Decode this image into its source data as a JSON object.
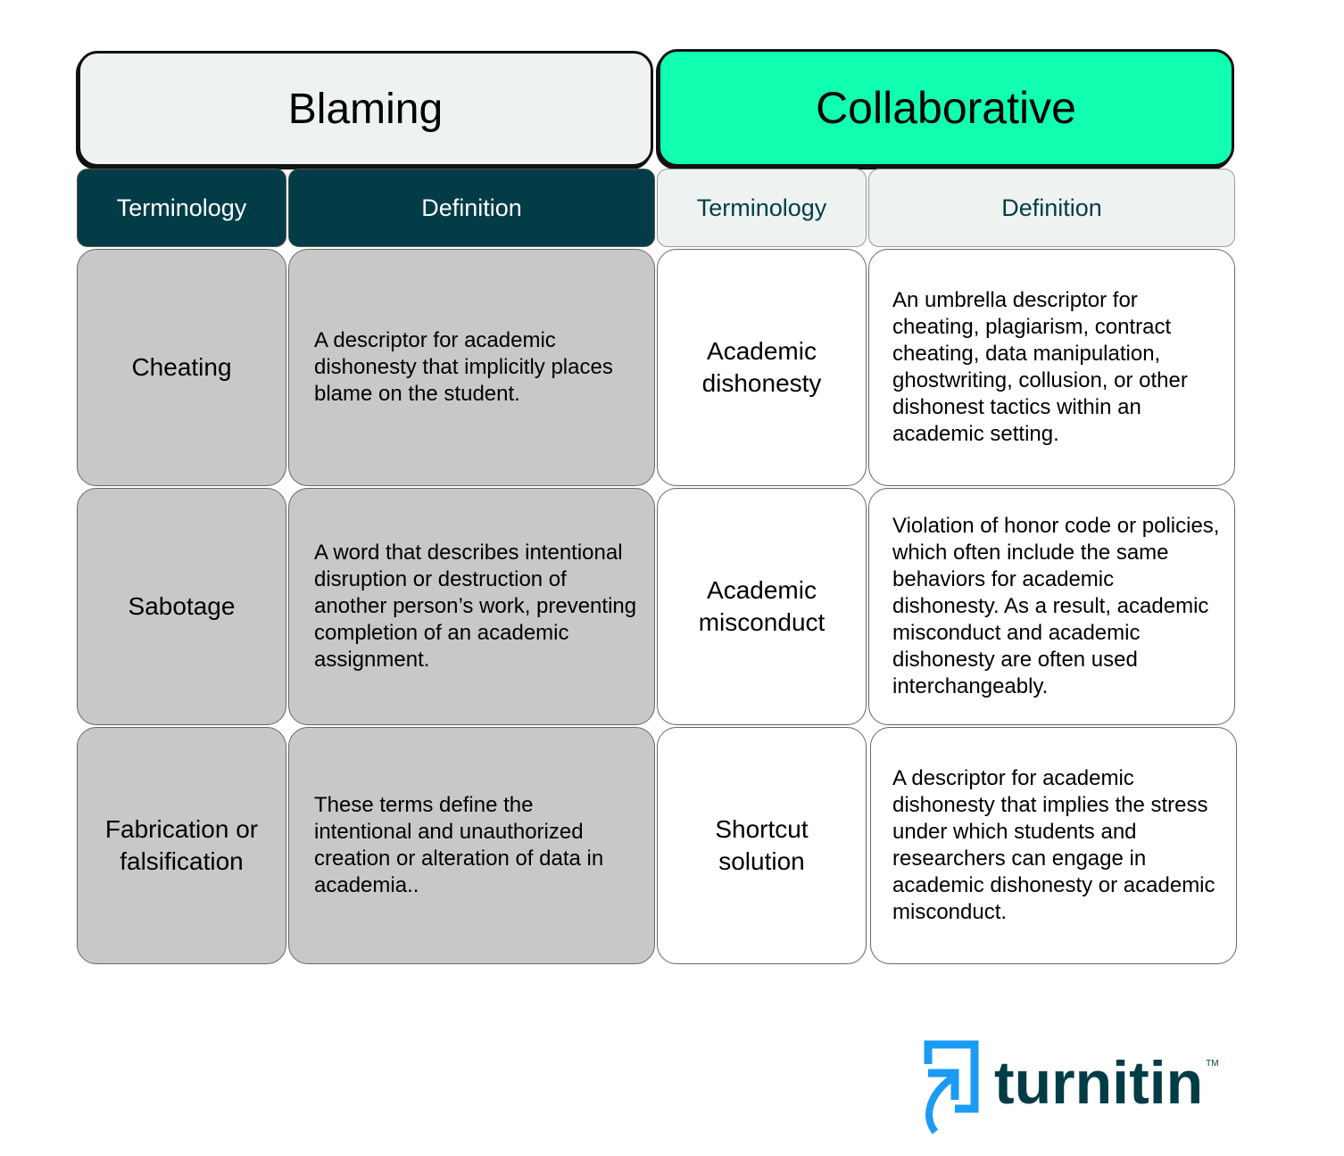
{
  "blaming": {
    "title": "Blaming",
    "terminology_header": "Terminology",
    "definition_header": "Definition",
    "rows": [
      {
        "term": "Cheating",
        "definition": "A descriptor for academic dishonesty that implicitly places blame on the student."
      },
      {
        "term": "Sabotage",
        "definition": "A word that describes intentional disruption or destruction of another person’s work, preventing completion of an academic assignment."
      },
      {
        "term": "Fabrication or falsification",
        "definition": "These terms define the intentional and unauthorized creation or alteration of data in academia.."
      }
    ]
  },
  "collaborative": {
    "title": "Collaborative",
    "terminology_header": "Terminology",
    "definition_header": "Definition",
    "rows": [
      {
        "term": "Academic dishonesty",
        "definition": "An umbrella descriptor for cheating, plagiarism, contract cheating, data manipulation, ghostwriting, collusion, or other dishonest tactics within an academic setting."
      },
      {
        "term": "Academic misconduct",
        "definition": "Violation of honor code or policies, which often include the same behaviors for academic dishonesty. As a result, academic misconduct and academic dishonesty are often used interchangeably."
      },
      {
        "term": "Shortcut solution",
        "definition": "A descriptor for academic dishonesty that implies the stress under which students and researchers can engage in academic dishonesty or academic misconduct."
      }
    ]
  },
  "logo": {
    "text": "turnitin",
    "trademark": "TM"
  },
  "colors": {
    "dark_teal": "#023c47",
    "mint": "#10ffb0",
    "gray": "#c8c8c8",
    "light": "#eef2f1",
    "logo_blue": "#1a9bf5"
  }
}
